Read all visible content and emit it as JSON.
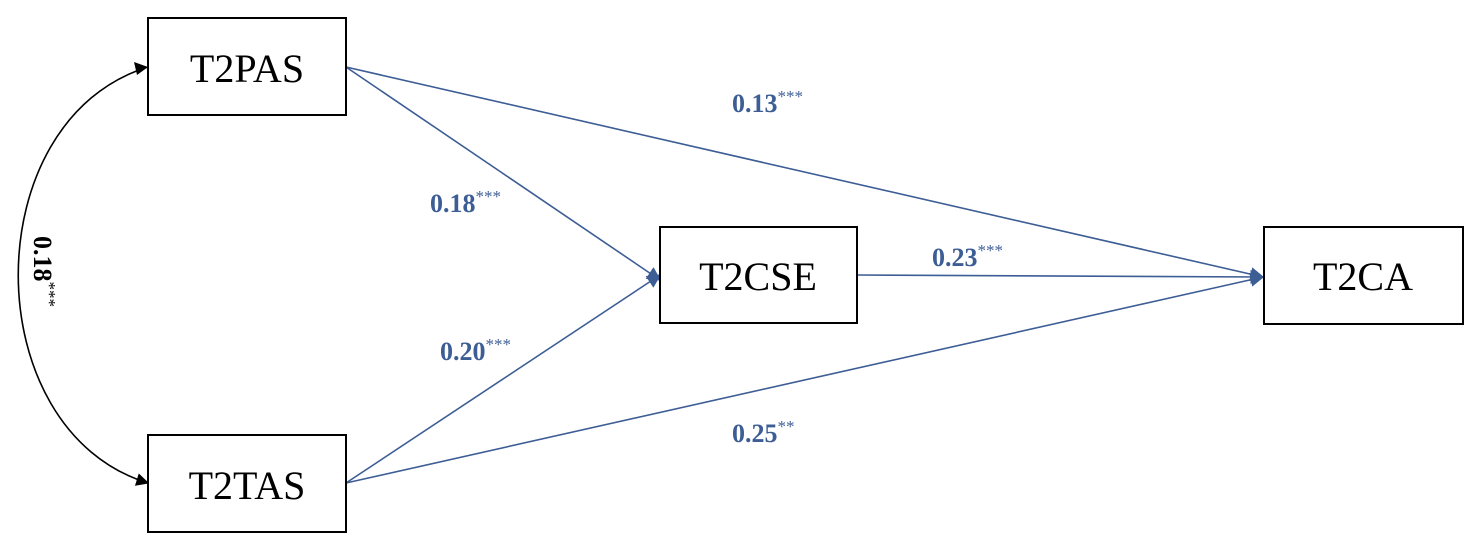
{
  "colors": {
    "path": "#3d5d95",
    "covariance": "#000000",
    "box_border": "#000000",
    "text": "#000000"
  },
  "nodes": [
    {
      "id": "T2PAS",
      "label": "T2PAS"
    },
    {
      "id": "T2TAS",
      "label": "T2TAS"
    },
    {
      "id": "T2CSE",
      "label": "T2CSE"
    },
    {
      "id": "T2CA",
      "label": "T2CA"
    }
  ],
  "paths": [
    {
      "from": "T2PAS",
      "to": "T2CA",
      "coefficient": "0.13",
      "significance": "***"
    },
    {
      "from": "T2PAS",
      "to": "T2CSE",
      "coefficient": "0.18",
      "significance": "***"
    },
    {
      "from": "T2TAS",
      "to": "T2CSE",
      "coefficient": "0.20",
      "significance": "***"
    },
    {
      "from": "T2CSE",
      "to": "T2CA",
      "coefficient": "0.23",
      "significance": "***"
    },
    {
      "from": "T2TAS",
      "to": "T2CA",
      "coefficient": "0.25",
      "significance": "**"
    }
  ],
  "covariance": {
    "between": [
      "T2PAS",
      "T2TAS"
    ],
    "coefficient": "0.18",
    "significance": "***"
  }
}
